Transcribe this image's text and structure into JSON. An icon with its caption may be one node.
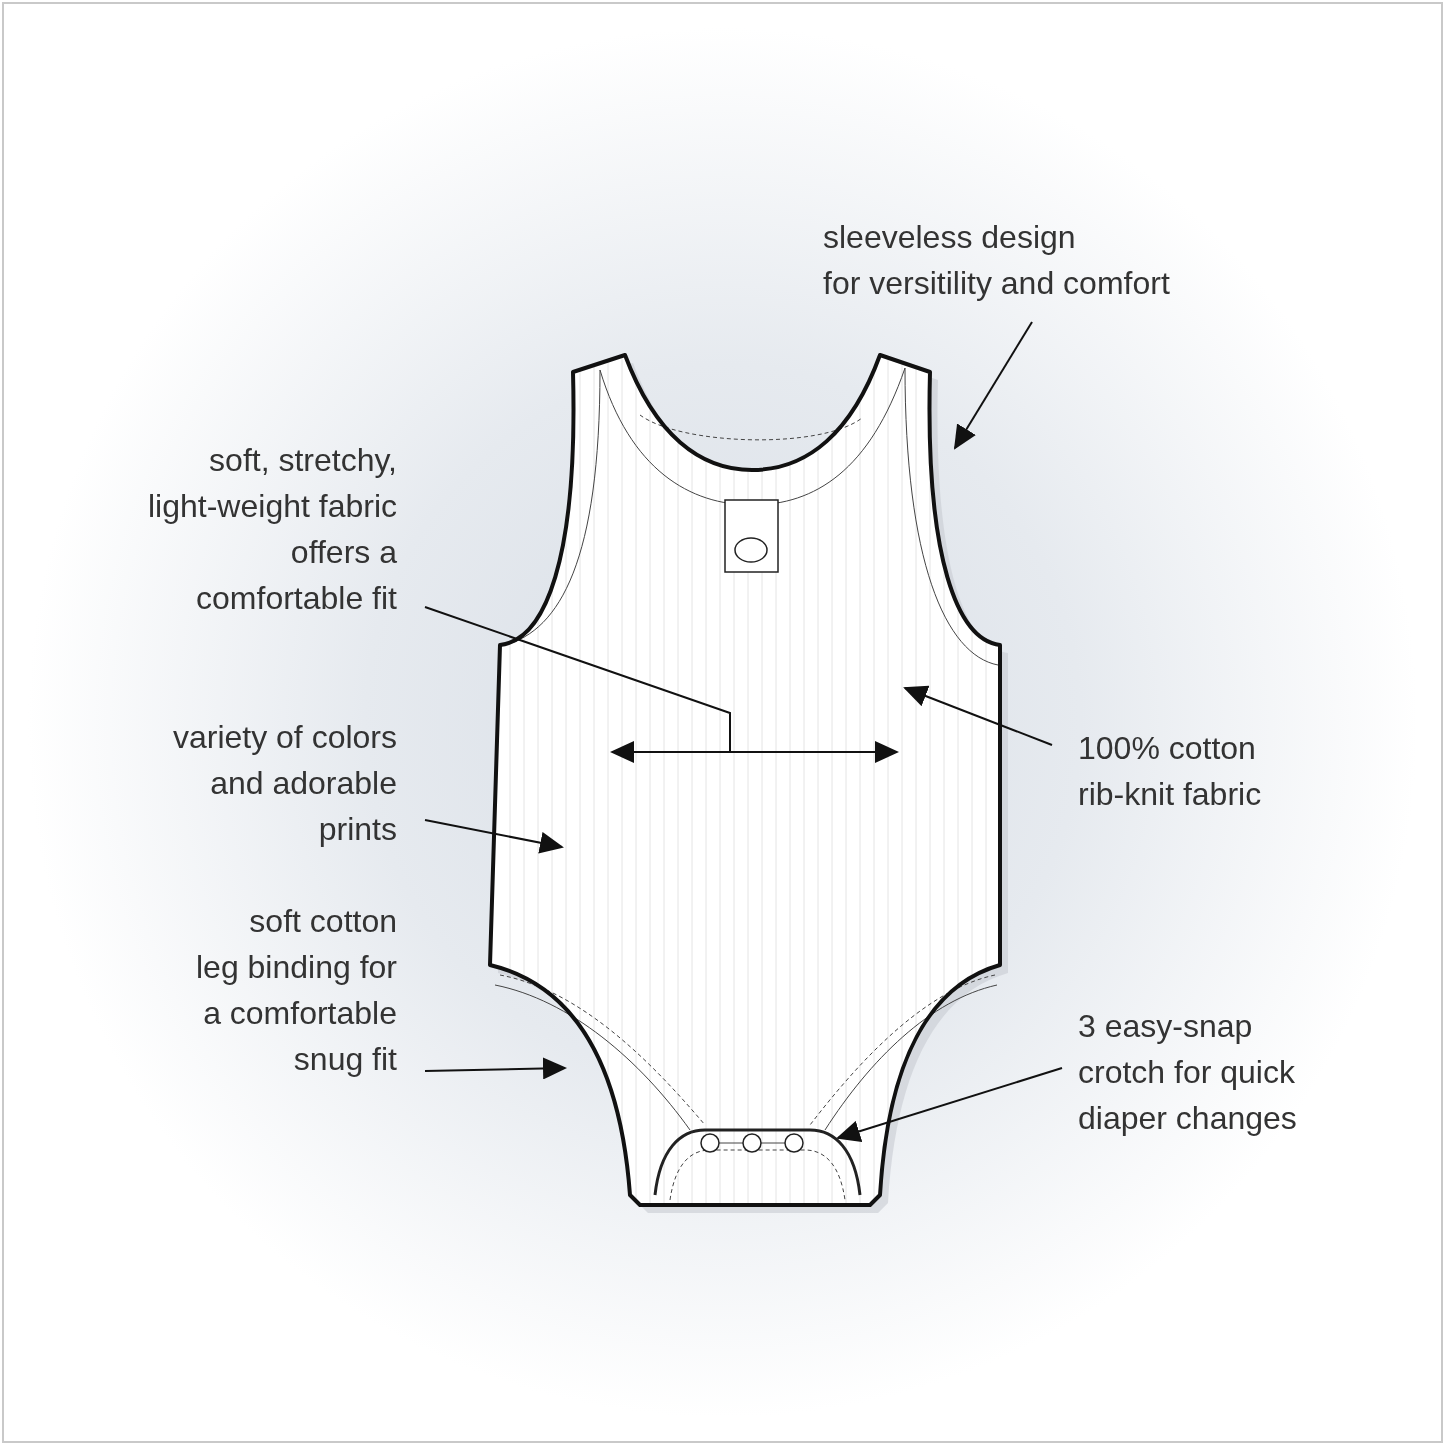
{
  "diagram": {
    "nodes": [
      {
        "text": [
          "sleeveless design for versitility and comfort"
        ]
      },
      {
        "text": [
          "soft, stretchy, light-weight fabric offers a comfortable fit"
        ]
      },
      {
        "text": [
          "variety of colors and adorable prints"
        ]
      },
      {
        "text": [
          "100% cotton rib-knit fabric"
        ]
      },
      {
        "text": [
          "soft cotton leg binding for a comfortable snug fit"
        ]
      },
      {
        "text": [
          "3 easy-snap crotch for quick diaper changes"
        ]
      }
    ],
    "edges": [
      {
        "from": 0,
        "to": null,
        "arrow": "to"
      },
      {
        "from": 1,
        "to": null,
        "arrow": "none"
      },
      {
        "from": 2,
        "to": null,
        "arrow": "to"
      },
      {
        "from": 3,
        "to": null,
        "arrow": "to"
      },
      {
        "from": 4,
        "to": null,
        "arrow": "to"
      },
      {
        "from": 5,
        "to": null,
        "arrow": "to"
      }
    ]
  }
}
